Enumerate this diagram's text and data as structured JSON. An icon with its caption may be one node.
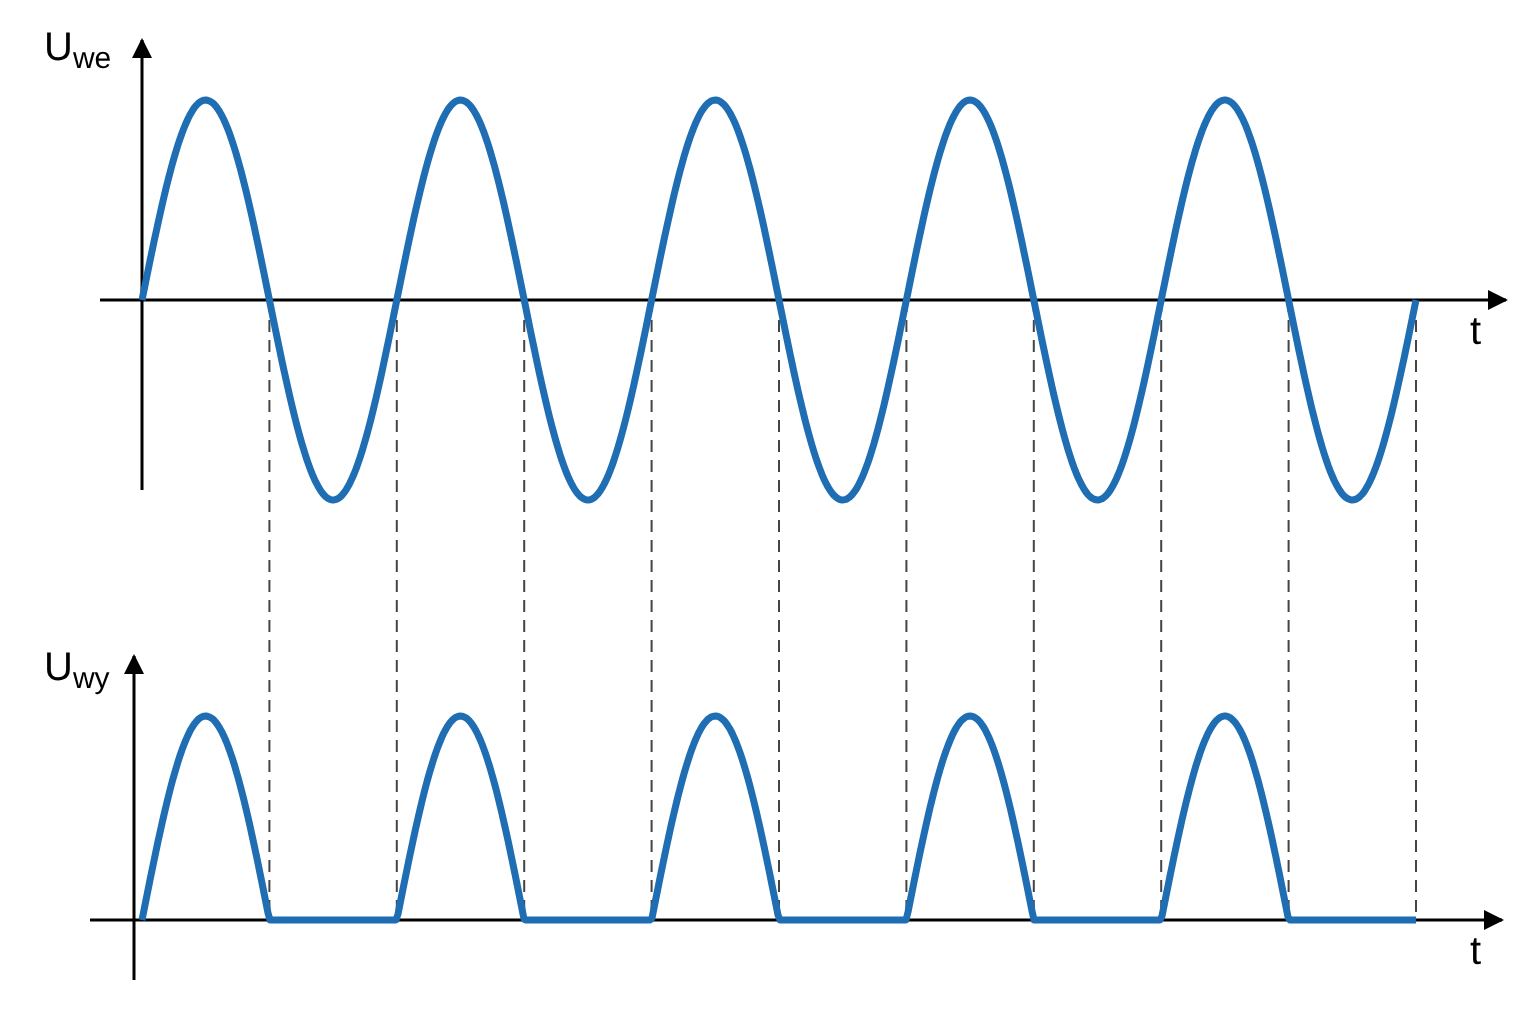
{
  "diagram": {
    "labels": [
      "U$_{we}$",
      "t",
      "U$_{wy}$",
      "t"
    ]
  }
}
